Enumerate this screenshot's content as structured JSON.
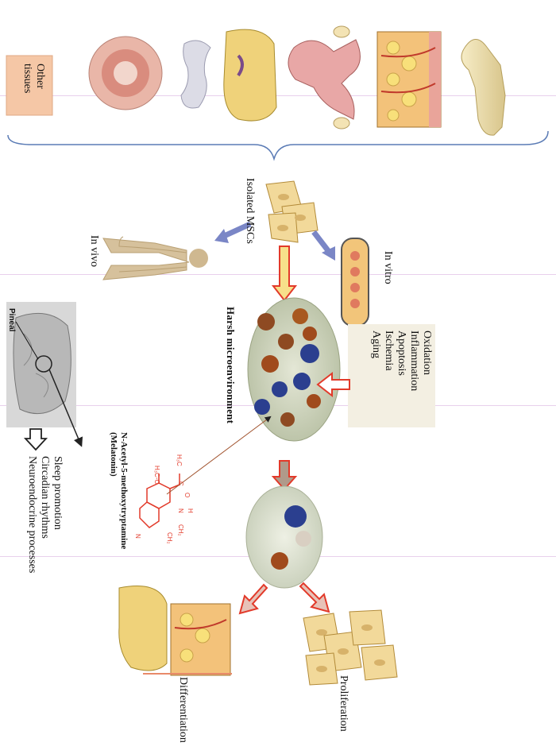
{
  "tissues_box": {
    "line1": "Other",
    "line2": "tissues"
  },
  "isolated_label": "Isolated MSCs",
  "in_vivo_label": "In vivo",
  "in_vitro_label": "In vitro",
  "stress_list": [
    "Oxidation",
    "Inflammation",
    "Apoptosis",
    "Ischemia",
    "Aging"
  ],
  "harsh_label": "Harsh microenvironment",
  "melatonin_name": "N-Acetyl-5-methoxytryptamine",
  "melatonin_alias": "(Melatonin)",
  "pineal_label": "Pineal",
  "functions_list": [
    "Sleep promotion",
    "Circadian rhythms",
    "Neuroendocrine processes"
  ],
  "proliferation_label": "Proliferation",
  "differentiation_label": "Differentiation",
  "molecule_atoms": {
    "ch3o": "H₃C-O",
    "h3c": "H₃C",
    "c": "C",
    "o": "O",
    "n": "N",
    "h": "H",
    "ch2a": "CH₂",
    "ch2b": "CH₂",
    "nh": "N"
  },
  "colors": {
    "arrow_blue": "#7a86c6",
    "arrow_red": "#e23a2a",
    "tissue_box": "#f5c7a6",
    "stress_box": "#f3efe2",
    "cell_fill": "#f2d99a",
    "spiky_blue": "#2b3f8f",
    "spiky_brown": "#a04a1c"
  }
}
